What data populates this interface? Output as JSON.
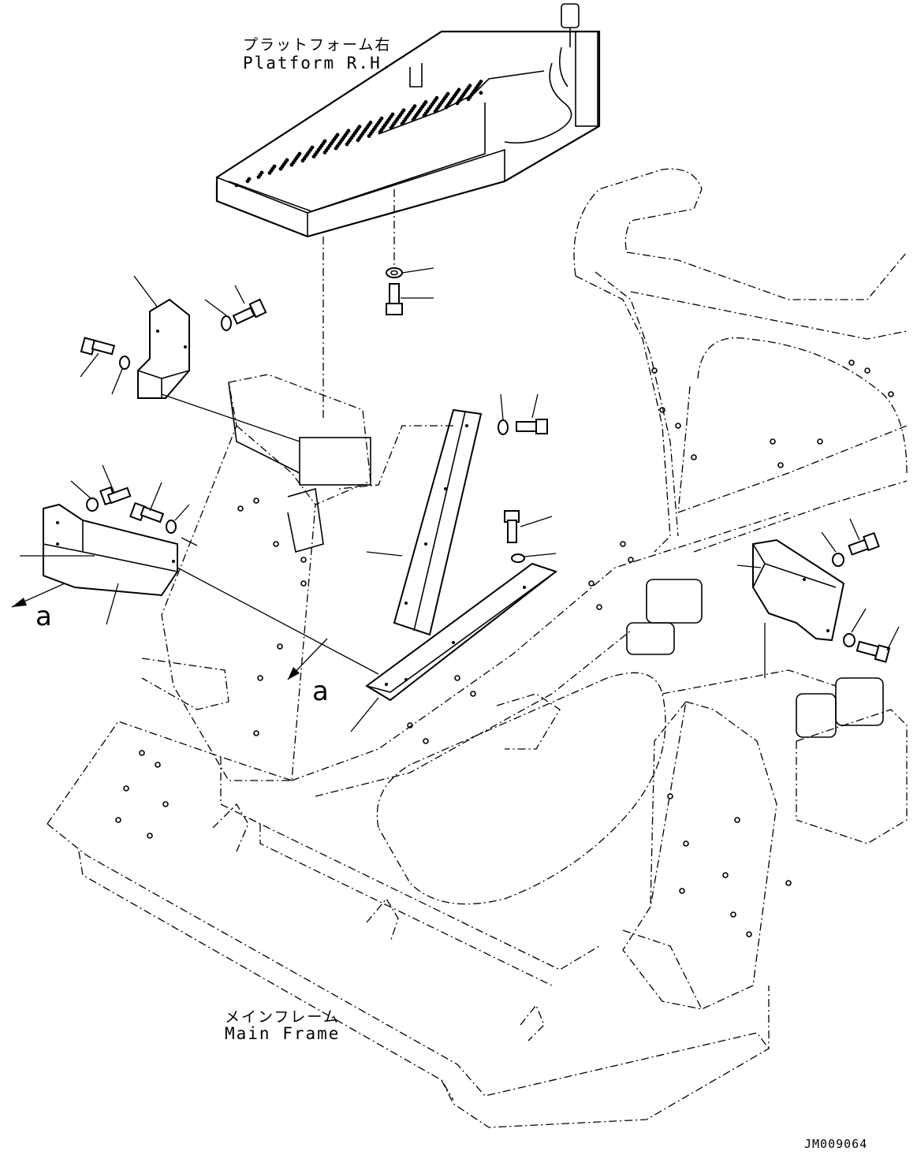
{
  "labels": {
    "platform_jp": "プラットフォーム右",
    "platform_en": "Platform R.H.",
    "main_frame_jp": "メインフレーム",
    "main_frame_en": "Main Frame",
    "view_a_left": "a",
    "view_a_center": "a",
    "drawing_code": "JM009064"
  }
}
